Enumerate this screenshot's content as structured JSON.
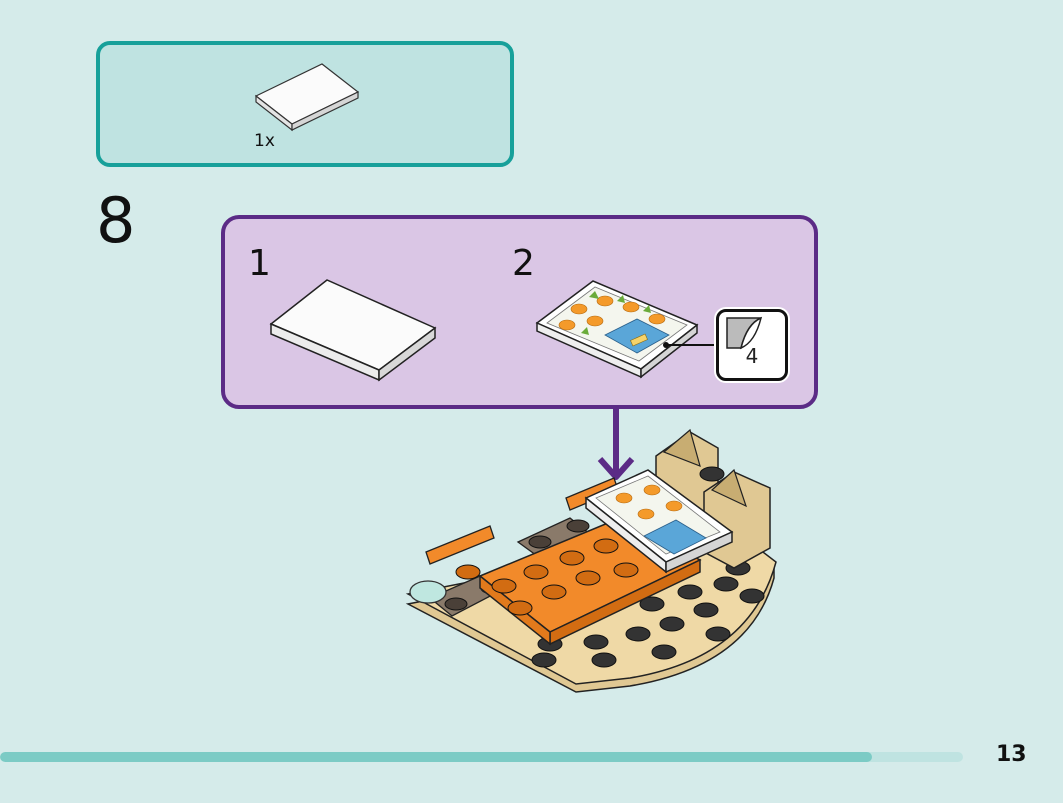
{
  "parts_box": {
    "items": [
      {
        "quantity": "1x",
        "part": "white-tile-2x3-icon"
      }
    ]
  },
  "step": {
    "number": "8"
  },
  "substeps": [
    {
      "number": "1",
      "part": "white-tile-2x3-icon"
    },
    {
      "number": "2",
      "part": "printed-bed-tile-icon",
      "sticker_number": "4"
    }
  ],
  "page": {
    "number": "13",
    "progress": 0.905
  },
  "colors": {
    "parts_border": "#17a09a",
    "parts_fill": "#bfe3e1",
    "substep_border": "#5b2b86",
    "substep_fill": "#dac6e5",
    "background": "#d5ebea"
  }
}
